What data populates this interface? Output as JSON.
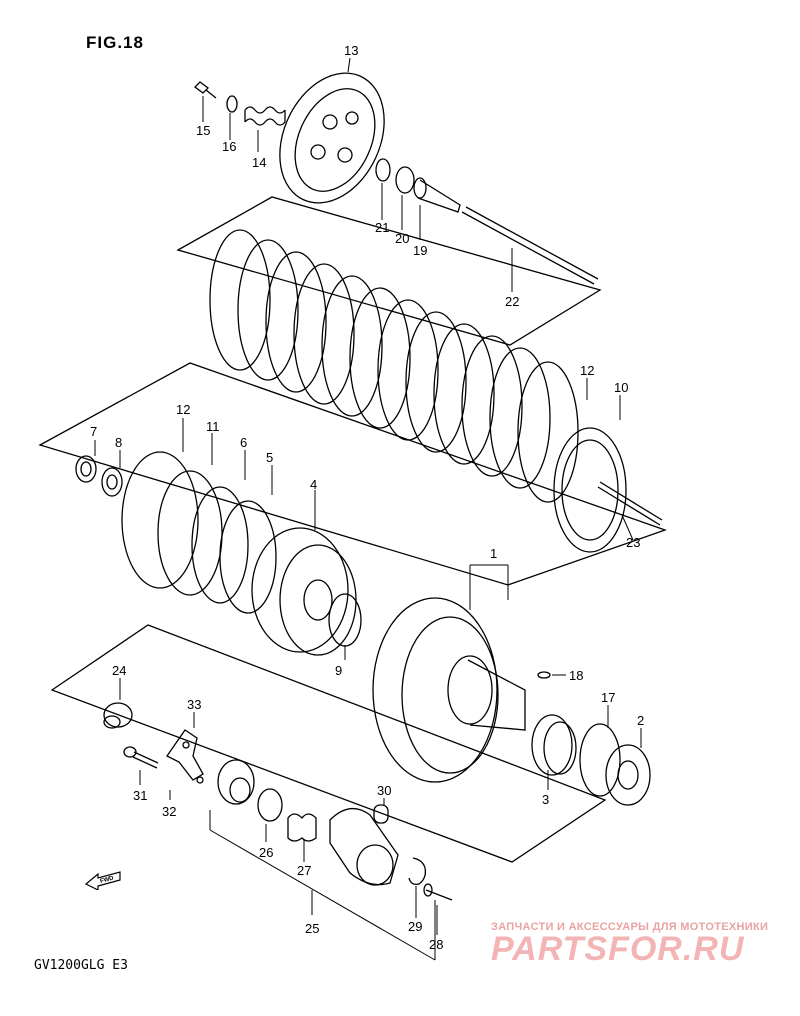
{
  "figure_title": "FIG.18",
  "model_code": "GV1200GLG E3",
  "watermark": {
    "tagline": "ЗАПЧАСТИ И АКСЕССУАРЫ ДЛЯ МОТОТЕХНИКИ",
    "brand": "PARTSFOR.RU"
  },
  "direction_marker": "FWD",
  "part_labels": [
    "13",
    "15",
    "16",
    "14",
    "21",
    "20",
    "19",
    "22",
    "12",
    "10",
    "7",
    "8",
    "12",
    "11",
    "6",
    "5",
    "4",
    "23",
    "1",
    "18",
    "9",
    "24",
    "33",
    "17",
    "2",
    "31",
    "32",
    "3",
    "30",
    "26",
    "27",
    "29",
    "25",
    "28"
  ]
}
